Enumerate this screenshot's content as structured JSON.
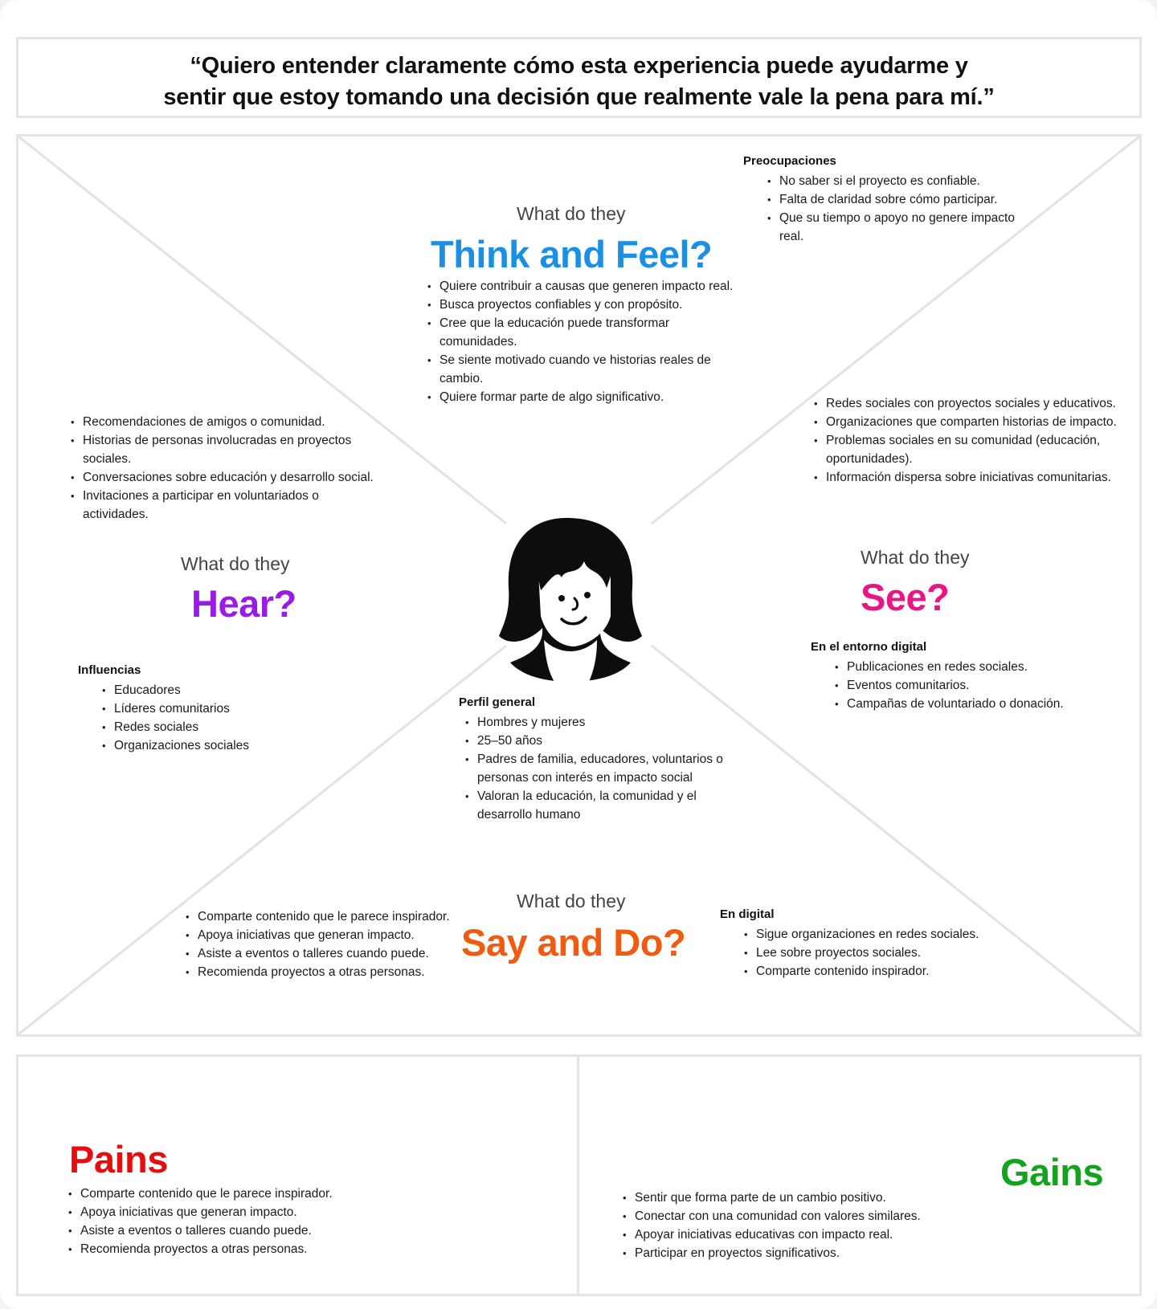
{
  "quote": "“Quiero entender claramente cómo esta experiencia puede ayudarme y\nsentir que estoy tomando una decisión que realmente vale la pena para mí.”",
  "think_feel": {
    "pre": "What do they",
    "title": "Think and Feel?",
    "color": "#1a8fe3",
    "items": [
      "Quiere contribuir a causas que generen impacto real.",
      "Busca proyectos confiables y con propósito.",
      "Cree que la educación puede transformar comunidades.",
      "Se siente motivado cuando ve historias reales de cambio.",
      "Quiere formar parte de algo significativo."
    ]
  },
  "worries": {
    "title": "Preocupaciones",
    "items": [
      "No saber si el proyecto es confiable.",
      "Falta de claridad sobre cómo participar.",
      "Que su tiempo o apoyo no genere impacto real."
    ]
  },
  "hear": {
    "pre": "What do they",
    "title": "Hear?",
    "color": "#9a1be6",
    "items": [
      "Recomendaciones de amigos o comunidad.",
      "Historias de personas involucradas en proyectos sociales.",
      "Conversaciones sobre educación y desarrollo social.",
      "Invitaciones a participar en voluntariados o actividades."
    ],
    "influences_title": "Influencias",
    "influences": [
      "Educadores",
      "Líderes comunitarios",
      "Redes sociales",
      "Organizaciones sociales"
    ]
  },
  "see": {
    "pre": "What do they",
    "title": "See?",
    "color": "#ea1585",
    "items": [
      "Redes sociales con proyectos sociales y educativos.",
      "Organizaciones que comparten historias de impacto.",
      "Problemas sociales en su comunidad (educación, oportunidades).",
      "Información dispersa sobre iniciativas comunitarias."
    ],
    "digital_title": "En el entorno digital",
    "digital_items": [
      "Publicaciones en redes sociales.",
      "Eventos comunitarios.",
      "Campañas de voluntariado o donación."
    ]
  },
  "profile": {
    "title": "Perfil general",
    "items": [
      "Hombres y mujeres",
      "25–50 años",
      "Padres de familia, educadores, voluntarios o personas con interés en impacto social",
      "Valoran la educación, la comunidad y el desarrollo humano"
    ]
  },
  "say_do": {
    "pre": "What do they",
    "title": "Say and Do?",
    "color": "#f15a0f",
    "items": [
      "Comparte contenido que le parece inspirador.",
      "Apoya iniciativas que generan impacto.",
      "Asiste a eventos o talleres cuando puede.",
      "Recomienda proyectos a otras personas."
    ],
    "digital_title": "En digital",
    "digital_items": [
      "Sigue organizaciones en redes sociales.",
      "Lee sobre proyectos sociales.",
      "Comparte contenido inspirador."
    ]
  },
  "pains": {
    "title": "Pains",
    "color": "#e70d0d",
    "items": [
      "Comparte contenido que le parece inspirador.",
      "Apoya iniciativas que generan impacto.",
      "Asiste a eventos o talleres cuando puede.",
      "Recomienda proyectos a otras personas."
    ]
  },
  "gains": {
    "title": "Gains",
    "color": "#12a41a",
    "items": [
      "Sentir que forma parte de un cambio positivo.",
      "Conectar con una comunidad con valores similares.",
      "Apoyar iniciativas educativas con impacto real.",
      "Participar en proyectos significativos."
    ]
  }
}
